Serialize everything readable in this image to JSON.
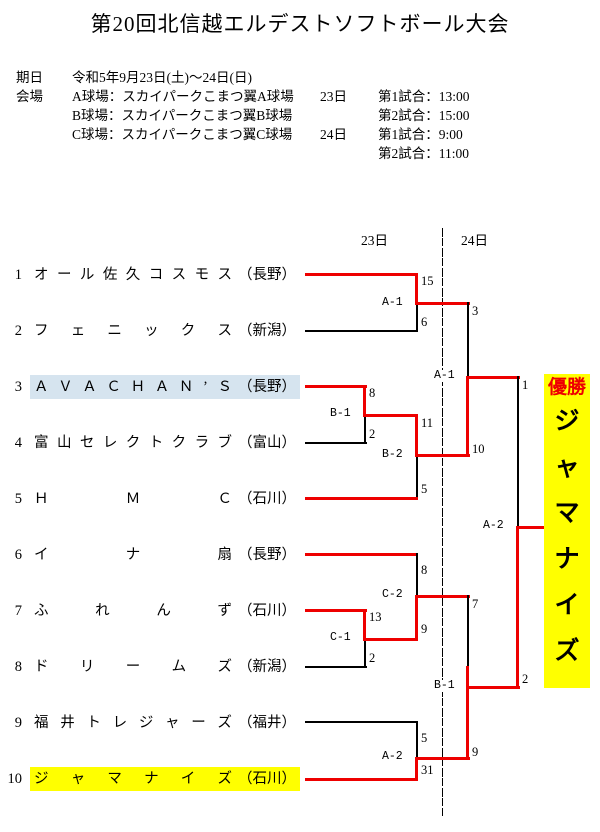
{
  "title": "第20回北信越エルデストソフトボール大会",
  "info": {
    "rows": [
      {
        "key": "期日",
        "val": "令和5年9月23日(土)〜24日(日)",
        "day": "",
        "game": ""
      },
      {
        "key": "会場",
        "val": "A球場：スカイパークこまつ翼A球場",
        "day": "23日",
        "game": "第1試合：13:00"
      },
      {
        "key": "",
        "val": "B球場：スカイパークこまつ翼B球場",
        "day": "",
        "game": "第2試合：15:00"
      },
      {
        "key": "",
        "val": "C球場：スカイパークこまつ翼C球場",
        "day": "24日",
        "game": "第1試合：9:00"
      },
      {
        "key": "",
        "val": "",
        "day": "",
        "game": "第2試合：11:00"
      }
    ]
  },
  "day_headers": [
    {
      "label": "23日"
    },
    {
      "label": "24日"
    }
  ],
  "teams": [
    {
      "no": "1",
      "name": "オール佐久コスモス",
      "pref": "（長野）",
      "highlight": "none"
    },
    {
      "no": "2",
      "name": "フェニックス",
      "pref": "（新潟）",
      "highlight": "none"
    },
    {
      "no": "3",
      "name": "ＡＶＡＣＨＡＮ’Ｓ",
      "pref": "（長野）",
      "highlight": "blue"
    },
    {
      "no": "4",
      "name": "富山セレクトクラブ",
      "pref": "（富山）",
      "highlight": "none"
    },
    {
      "no": "5",
      "name": "ＨＭＣ",
      "pref": "（石川）",
      "highlight": "none"
    },
    {
      "no": "6",
      "name": "イナ扇",
      "pref": "（長野）",
      "highlight": "none"
    },
    {
      "no": "7",
      "name": "ふれんず",
      "pref": "（石川）",
      "highlight": "none"
    },
    {
      "no": "8",
      "name": "ドリームズ",
      "pref": "（新潟）",
      "highlight": "none"
    },
    {
      "no": "9",
      "name": "福井トレジャーズ",
      "pref": "（福井）",
      "highlight": "none"
    },
    {
      "no": "10",
      "name": "ジャマナイズ",
      "pref": "（石川）",
      "highlight": "yellow"
    }
  ],
  "matches": [
    {
      "id": "m-a1-r1",
      "label": "A-1"
    },
    {
      "id": "m-b1-r1",
      "label": "B-1"
    },
    {
      "id": "m-b2-r1",
      "label": "B-2"
    },
    {
      "id": "m-c1-r1",
      "label": "C-1"
    },
    {
      "id": "m-c2-r1",
      "label": "C-2"
    },
    {
      "id": "m-a2-r1",
      "label": "A-2"
    },
    {
      "id": "m-a1-r2",
      "label": "A-1"
    },
    {
      "id": "m-b1-r2",
      "label": "B-1"
    },
    {
      "id": "m-a2-final",
      "label": "A-2"
    }
  ],
  "scores": {
    "a1r1_top": "15",
    "a1r1_bot": "6",
    "b1r1_top": "8",
    "b1r1_bot": "2",
    "b2r1_top": "11",
    "b2r1_bot": "5",
    "c2r1_top": "8",
    "c2r1_bot": "9",
    "c1r1_top": "13",
    "c1r1_bot": "2",
    "a2r1_top": "5",
    "a2r1_bot": "31",
    "a1r2_top": "3",
    "a1r2_bot": "10",
    "b1r2_top": "7",
    "b1r2_bot": "9",
    "final_top": "1",
    "final_bot": "2"
  },
  "champion": {
    "label": "優勝",
    "name": "ジャマナイズ",
    "chars": [
      "ジ",
      "ャ",
      "マ",
      "ナ",
      "イ",
      "ズ"
    ]
  },
  "colors": {
    "winner_line": "#ee0000",
    "loser_line": "#000000",
    "champion_bg": "#ffff00",
    "highlight_blue": "#d6e4ef",
    "champion_label": "#ee0000"
  }
}
